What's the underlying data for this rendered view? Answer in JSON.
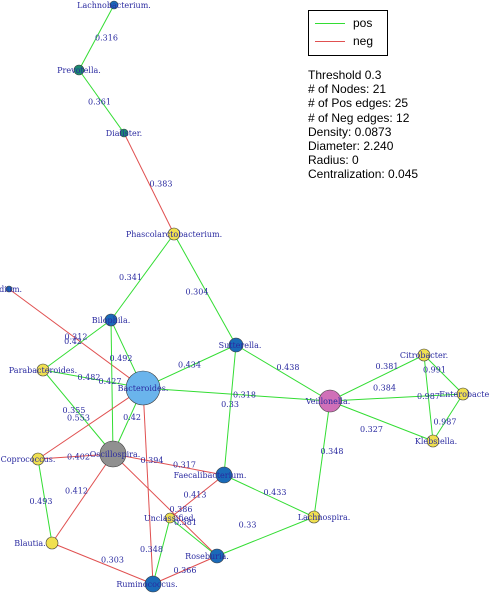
{
  "legend": {
    "pos_label": "pos",
    "neg_label": "neg",
    "pos_color": "#33dd33",
    "neg_color": "#e05050"
  },
  "stats": {
    "threshold": "Threshold 0.3",
    "nodes": "# of Nodes: 21",
    "pos_edges": "# of Pos edges: 25",
    "neg_edges": "# of Neg edges: 12",
    "density": "Density: 0.0873",
    "diameter": "Diameter: 2.240",
    "radius": "Radius: 0",
    "centralization": "Centralization: 0.045"
  },
  "colors": {
    "teal": "#1a8a70",
    "blue": "#1a6ab8",
    "yellow": "#f0e050",
    "lightblue": "#6ab4ec",
    "gray": "#909090",
    "pink": "#d070b8",
    "label": "#2a2aa0"
  },
  "nodes": [
    {
      "id": "lach",
      "label": "Lachnobacterium.",
      "color": "blue"
    },
    {
      "id": "prev",
      "label": "Prevotella.",
      "color": "teal"
    },
    {
      "id": "dial",
      "label": "Dialister.",
      "color": "teal"
    },
    {
      "id": "phas",
      "label": "Phascolarctobacterium.",
      "color": "yellow"
    },
    {
      "id": "clos",
      "label": "Clostridium.",
      "color": "blue"
    },
    {
      "id": "bilo",
      "label": "Bilophila.",
      "color": "blue"
    },
    {
      "id": "sutt",
      "label": "Sutterella.",
      "color": "blue"
    },
    {
      "id": "para",
      "label": "Parabacteroides.",
      "color": "yellow"
    },
    {
      "id": "bact",
      "label": "Bacteroides.",
      "color": "lightblue"
    },
    {
      "id": "veil",
      "label": "Veillonella.",
      "color": "pink"
    },
    {
      "id": "citr",
      "label": "Citrobacter.",
      "color": "yellow"
    },
    {
      "id": "ente",
      "label": "Enterobacter.",
      "color": "yellow"
    },
    {
      "id": "kleb",
      "label": "Klebsiella.",
      "color": "yellow"
    },
    {
      "id": "copr",
      "label": "Coprococcus.",
      "color": "yellow"
    },
    {
      "id": "osci",
      "label": "Oscillospira.",
      "color": "gray"
    },
    {
      "id": "faec",
      "label": "Faecalibacterium.",
      "color": "blue"
    },
    {
      "id": "lachno",
      "label": "Lachnospira.",
      "color": "yellow"
    },
    {
      "id": "uncl",
      "label": "Unclassified.",
      "color": "yellow"
    },
    {
      "id": "blau",
      "label": "Blautia.",
      "color": "yellow"
    },
    {
      "id": "rose",
      "label": "Roseburia.",
      "color": "blue"
    },
    {
      "id": "rumi",
      "label": "Ruminococcus.",
      "color": "blue"
    }
  ],
  "edges": [
    {
      "a": "lach",
      "b": "prev",
      "w": "0.316",
      "s": "pos"
    },
    {
      "a": "prev",
      "b": "dial",
      "w": "0.361",
      "s": "pos"
    },
    {
      "a": "dial",
      "b": "phas",
      "w": "0.383",
      "s": "neg"
    },
    {
      "a": "phas",
      "b": "bilo",
      "w": "0.341",
      "s": "pos"
    },
    {
      "a": "phas",
      "b": "sutt",
      "w": "0.304",
      "s": "pos"
    },
    {
      "a": "clos",
      "b": "bact",
      "w": "0.312",
      "s": "neg"
    },
    {
      "a": "bilo",
      "b": "para",
      "w": "0.42",
      "s": "pos"
    },
    {
      "a": "bilo",
      "b": "bact",
      "w": "0.492",
      "s": "pos"
    },
    {
      "a": "bilo",
      "b": "osci",
      "w": "0.427",
      "s": "pos"
    },
    {
      "a": "para",
      "b": "bact",
      "w": "0.482",
      "s": "pos"
    },
    {
      "a": "para",
      "b": "osci",
      "w": "0.355",
      "s": "pos"
    },
    {
      "a": "sutt",
      "b": "bact",
      "w": "0.434",
      "s": "pos"
    },
    {
      "a": "sutt",
      "b": "veil",
      "w": "0.438",
      "s": "pos"
    },
    {
      "a": "sutt",
      "b": "faec",
      "w": "0.33",
      "s": "pos"
    },
    {
      "a": "bact",
      "b": "veil",
      "w": "0.318",
      "s": "pos"
    },
    {
      "a": "bact",
      "b": "copr",
      "w": "0.553",
      "s": "neg"
    },
    {
      "a": "bact",
      "b": "osci",
      "w": "0.42",
      "s": "pos"
    },
    {
      "a": "bact",
      "b": "rumi",
      "w": "0.394",
      "s": "neg"
    },
    {
      "a": "veil",
      "b": "citr",
      "w": "0.381",
      "s": "pos"
    },
    {
      "a": "veil",
      "b": "ente",
      "w": "0.384",
      "s": "pos"
    },
    {
      "a": "veil",
      "b": "kleb",
      "w": "0.327",
      "s": "pos"
    },
    {
      "a": "veil",
      "b": "lachno",
      "w": "0.348",
      "s": "pos"
    },
    {
      "a": "citr",
      "b": "ente",
      "w": "0.991",
      "s": "pos"
    },
    {
      "a": "citr",
      "b": "kleb",
      "w": "0.987",
      "s": "pos"
    },
    {
      "a": "ente",
      "b": "kleb",
      "w": "0.987",
      "s": "pos"
    },
    {
      "a": "copr",
      "b": "osci",
      "w": "0.402",
      "s": "neg"
    },
    {
      "a": "copr",
      "b": "blau",
      "w": "0.493",
      "s": "pos"
    },
    {
      "a": "osci",
      "b": "faec",
      "w": "0.317",
      "s": "neg"
    },
    {
      "a": "osci",
      "b": "blau",
      "w": "0.412",
      "s": "neg"
    },
    {
      "a": "osci",
      "b": "rose",
      "w": "0.386",
      "s": "neg"
    },
    {
      "a": "faec",
      "b": "lachno",
      "w": "0.433",
      "s": "pos"
    },
    {
      "a": "faec",
      "b": "uncl",
      "w": "0.413",
      "s": "neg"
    },
    {
      "a": "lachno",
      "b": "rose",
      "w": "0.33",
      "s": "pos"
    },
    {
      "a": "uncl",
      "b": "rose",
      "w": "0.381",
      "s": "pos"
    },
    {
      "a": "uncl",
      "b": "rumi",
      "w": "0.348",
      "s": "pos"
    },
    {
      "a": "blau",
      "b": "rumi",
      "w": "0.303",
      "s": "neg"
    },
    {
      "a": "rose",
      "b": "rumi",
      "w": "0.366",
      "s": "neg"
    }
  ]
}
